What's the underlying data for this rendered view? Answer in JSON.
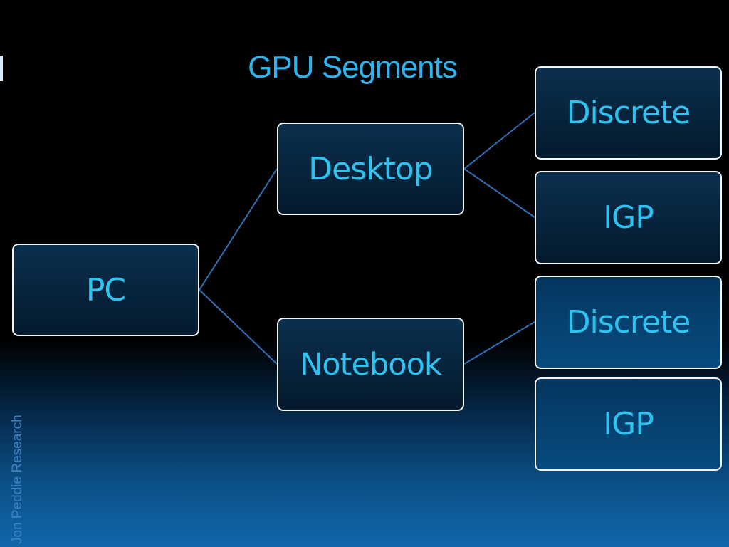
{
  "slide": {
    "title": "GPU Segments",
    "side_text": "Jon Peddie Research"
  },
  "diagram": {
    "root": {
      "label": "PC"
    },
    "segments": [
      {
        "label": "Desktop",
        "children": [
          {
            "label": "Discrete"
          },
          {
            "label": "IGP"
          }
        ]
      },
      {
        "label": "Notebook",
        "children": [
          {
            "label": "Discrete"
          },
          {
            "label": "IGP"
          }
        ]
      }
    ]
  },
  "colors": {
    "title": "#2fb3ee",
    "node_text": "#2ec4f2",
    "node_border": "#f2f6fa",
    "connector": "#2f6fb8",
    "side_text": "#3d83c4"
  }
}
